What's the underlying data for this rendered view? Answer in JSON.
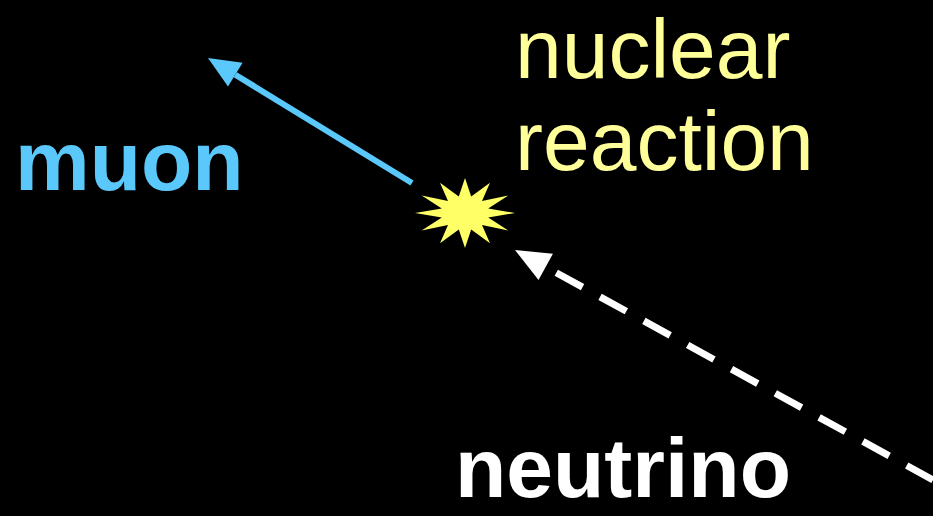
{
  "diagram": {
    "labels": [
      "muon",
      "nuclear reaction",
      "neutrino"
    ]
  }
}
